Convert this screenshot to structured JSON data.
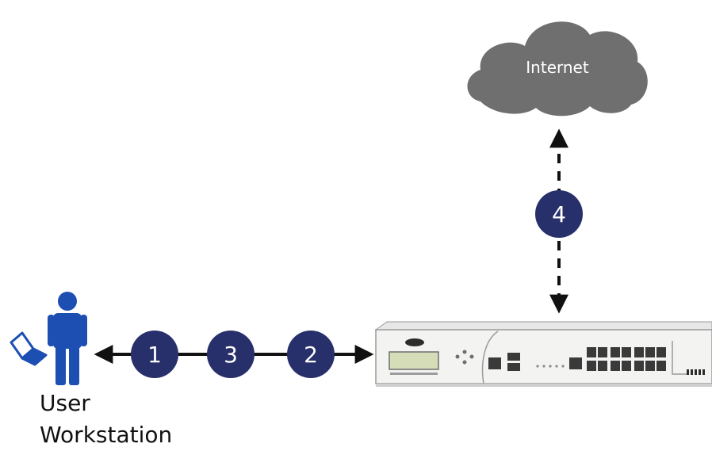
{
  "cloud": {
    "label": "Internet"
  },
  "steps": [
    "1",
    "3",
    "2",
    "4"
  ],
  "user": {
    "line1": "User",
    "line2": "Workstation"
  },
  "colors": {
    "step_circle": "#27306a",
    "person": "#1d4fb3",
    "cloud": "#6f6f6f",
    "arrow": "#111111"
  },
  "icons": {
    "person": "person-icon",
    "laptop": "laptop-icon",
    "cloud": "cloud-icon",
    "appliance": "network-security-appliance"
  }
}
